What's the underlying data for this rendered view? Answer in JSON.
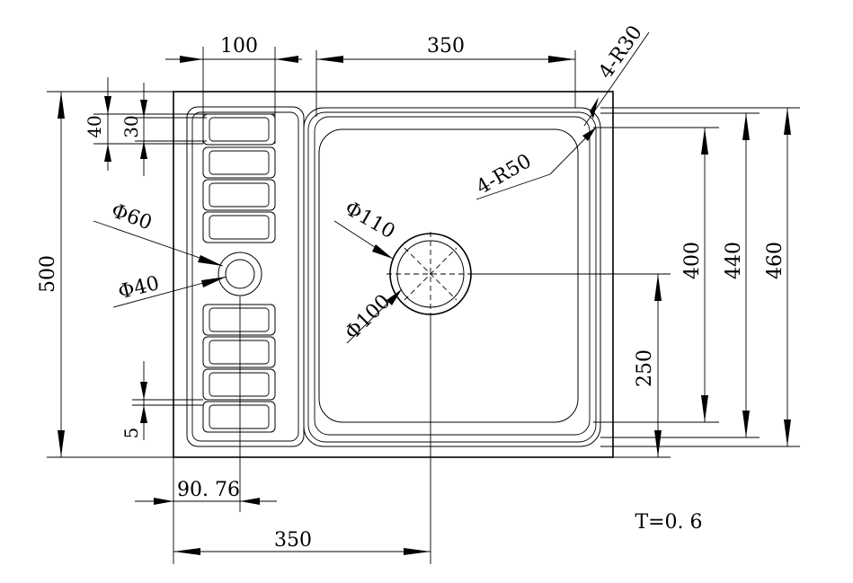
{
  "labels": {
    "dim_top_100": "100",
    "dim_top_350": "350",
    "radius_top": "4-R30",
    "radius_inner": "4-R50",
    "dim_left_40": "40",
    "dim_left_30": "30",
    "dim_overall_500": "500",
    "dia_60": "Φ60",
    "dia_40": "Φ40",
    "dia_110": "Φ110",
    "dia_100": "Φ100",
    "dim_left_5": "5",
    "dim_right_400": "400",
    "dim_right_440": "440",
    "dim_right_460": "460",
    "dim_right_250": "250",
    "dim_bottom_90_76": "90. 76",
    "dim_bottom_350": "350",
    "thickness": "T=0. 6"
  }
}
